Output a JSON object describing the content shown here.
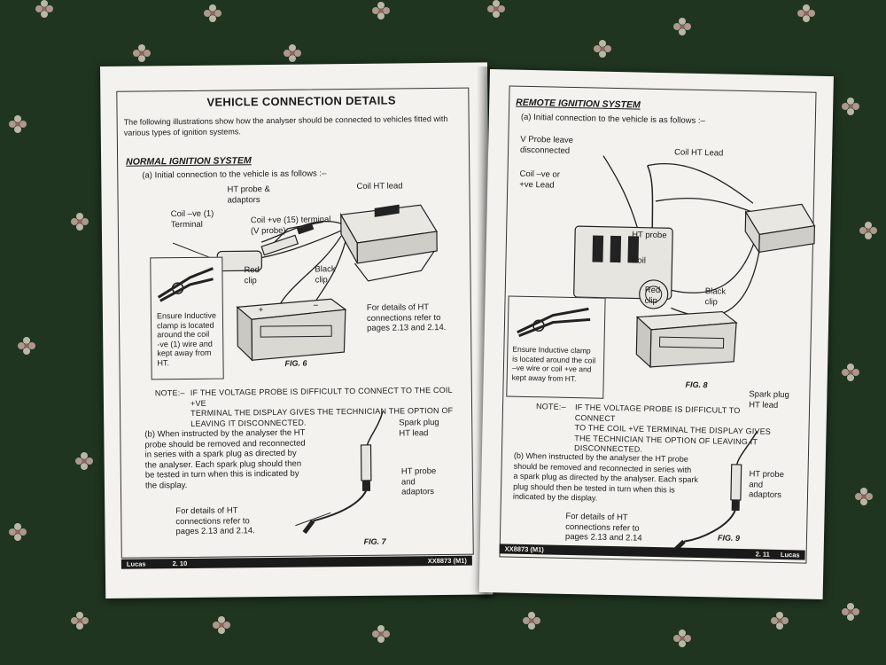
{
  "left_page": {
    "title": "VEHICLE CONNECTION DETAILS",
    "intro": "The following illustrations show how the analyser should be connected to vehicles fitted with various types of ignition systems.",
    "section_title": "NORMAL IGNITION SYSTEM",
    "step_a": "(a)  Initial connection to the vehicle is as follows :–",
    "fig6_labels": {
      "ht_probe": "HT probe &\nadaptors",
      "coil_ht": "Coil HT lead",
      "coil_neg": "Coil –ve (1)\nTerminal",
      "coil_pos": "Coil +ve (15) terminal\n(V probe)",
      "red_clip": "Red\nclip",
      "black_clip": "Black\nclip",
      "details": "For details of HT\nconnections refer to\npages 2.13 and 2.14.",
      "inductive_box": "Ensure Inductive\nclamp is located\naround the coil\n-ve (1) wire and\nkept away from\nHT."
    },
    "fig6_caption": "FIG. 6",
    "note_label": "NOTE:–",
    "note_text": "IF THE VOLTAGE PROBE IS DIFFICULT TO CONNECT TO THE COIL +VE\nTERMINAL THE DISPLAY GIVES THE TECHNICIAN THE OPTION OF\nLEAVING IT DISCONNECTED.",
    "step_b": "(b)  When instructed by the analyser the HT\nprobe should be removed and reconnected\nin series with a spark plug as directed by\nthe analyser. Each spark plug should then\nbe tested in turn when this is indicated by\nthe display.",
    "fig7_labels": {
      "spark_plug": "Spark plug\nHT lead",
      "ht_probe": "HT probe\nand\nadaptors",
      "details": "For details of HT\nconnections refer to\npages 2.13 and 2.14."
    },
    "fig7_caption": "FIG. 7",
    "footer_brand": "Lucas",
    "footer_page": "2. 10",
    "footer_code": "XX8873 (M1)"
  },
  "right_page": {
    "section_title": "REMOTE IGNITION SYSTEM",
    "step_a": "(a)  Initial connection to the vehicle is as follows :–",
    "fig8_labels": {
      "v_probe": "V Probe leave\ndisconnected",
      "coil_ht": "Coil HT Lead",
      "coil_neg": "Coil –ve or\n+ve Lead",
      "ht_probe": "HT probe",
      "coil": "Coil",
      "red_clip": "Red\nclip",
      "black_clip": "Black\nclip",
      "inductive_box": "Ensure Inductive clamp\nis located around the coil\n–ve wire or coil +ve and\nkept away from HT."
    },
    "fig8_caption": "FIG. 8",
    "note_label": "NOTE:–",
    "note_text": "IF THE VOLTAGE PROBE IS DIFFICULT TO CONNECT\nTO THE COIL +VE TERMINAL THE DISPLAY GIVES\nTHE TECHNICIAN THE OPTION OF LEAVING IT\nDISCONNECTED.",
    "step_b": "(b)  When instructed by the analyser the HT probe\nshould be removed and reconnected in series with\na spark plug as directed by the analyser. Each spark\nplug should then be tested in turn when this is\nindicated by the display.",
    "fig9_labels": {
      "spark_plug": "Spark plug\nHT lead",
      "ht_probe": "HT probe\nand\nadaptors",
      "details": "For details of HT\nconnections refer to\npages 2.13 and 2.14"
    },
    "fig9_caption": "FIG. 9",
    "footer_code": "XX8873 (M1)",
    "footer_page": "2. 11",
    "footer_brand": "Lucas"
  },
  "colors": {
    "carpet": "#1f3520",
    "paper": "#f3f2ee",
    "ink": "#1b1b1b"
  }
}
